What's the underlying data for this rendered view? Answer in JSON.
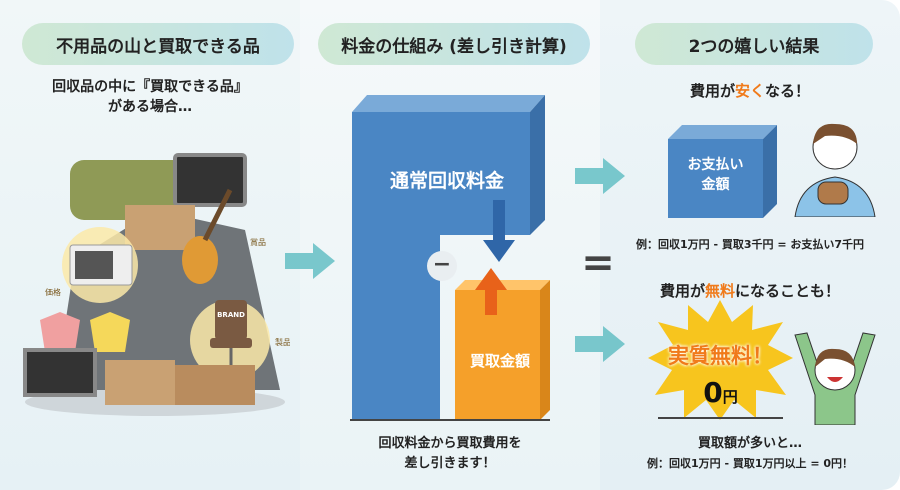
{
  "section1": {
    "title": "不用品の山と買取できる品",
    "subtitle_line1": "回収品の中に『買取できる品』",
    "subtitle_line2": "がある場合…",
    "tags": [
      "価格",
      "賞品",
      "製品"
    ],
    "chair_label": "BRAND"
  },
  "section2": {
    "title": "料金の仕組み (差し引き計算)",
    "box_regular": "通常回収料金",
    "box_buyback": "買取金額",
    "minus": "−",
    "caption_line1": "回収料金から買取費用を",
    "caption_line2": "差し引きます！"
  },
  "equals": "=",
  "section3": {
    "title": "2つの嬉しい結果",
    "result1": {
      "head_pre": "費用が",
      "head_em": "安く",
      "head_post": "なる！",
      "box_line1": "お支払い",
      "box_line2": "金額",
      "example": "例：回収1万円 - 買取3千円 = お支払い7千円"
    },
    "result2": {
      "head_pre": "費用が",
      "head_em": "無料",
      "head_post": "になることも！",
      "burst_title": "実質無料！",
      "burst_amount": "0",
      "burst_unit": "円",
      "note": "買取額が多いと…",
      "example": "例：回収1万円 - 買取1万円以上 = 0円！"
    }
  },
  "colors": {
    "blue": "#4a86c4",
    "orange": "#f5a02a",
    "accent": "#f07a1a",
    "teal": "#5bbcc0"
  }
}
